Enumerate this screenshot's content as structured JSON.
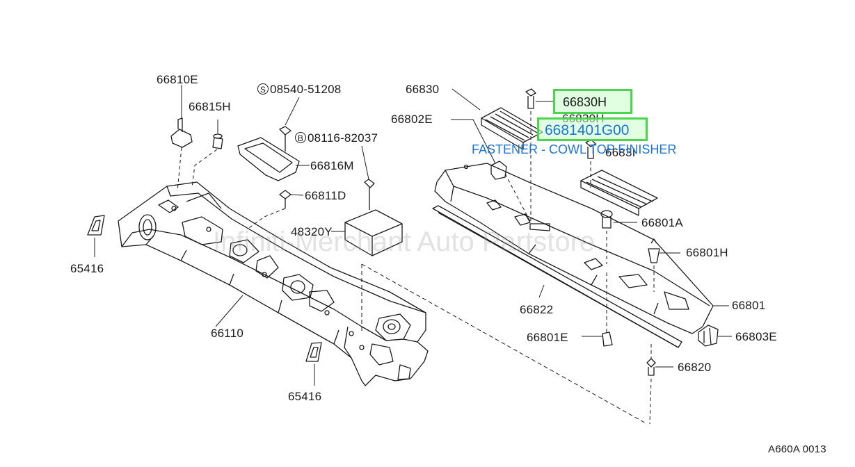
{
  "callouts": {
    "part_66830H": "66830H",
    "part_number": "6681401G00",
    "description": "FASTENER - COWL TOP FINISHER"
  },
  "watermark": "Infiniti-Merchant Auto Partstore",
  "figure_code": "A660A 0013",
  "labels": {
    "l_66810E": "66810E",
    "l_66815H": "66815H",
    "l_08540_prefix": "S",
    "l_08540": "08540-51208",
    "l_08116_prefix": "B",
    "l_08116": "08116-82037",
    "l_66816M": "66816M",
    "l_66811D": "66811D",
    "l_48320Y": "48320Y",
    "l_65416_left": "65416",
    "l_66110": "66110",
    "l_65416_bottom": "65416",
    "l_66830": "66830",
    "l_66802E": "66802E",
    "l_66830H_under": "66830H",
    "l_6683I": "6683I",
    "l_66801A": "66801A",
    "l_66801H": "66801H",
    "l_66822": "66822",
    "l_66801": "66801",
    "l_66801E": "66801E",
    "l_66803E": "66803E",
    "l_66820": "66820"
  },
  "colors": {
    "callout_border": "#4cd44c",
    "callout_text": "#1a74d6",
    "line_art": "#1a1a1a"
  }
}
